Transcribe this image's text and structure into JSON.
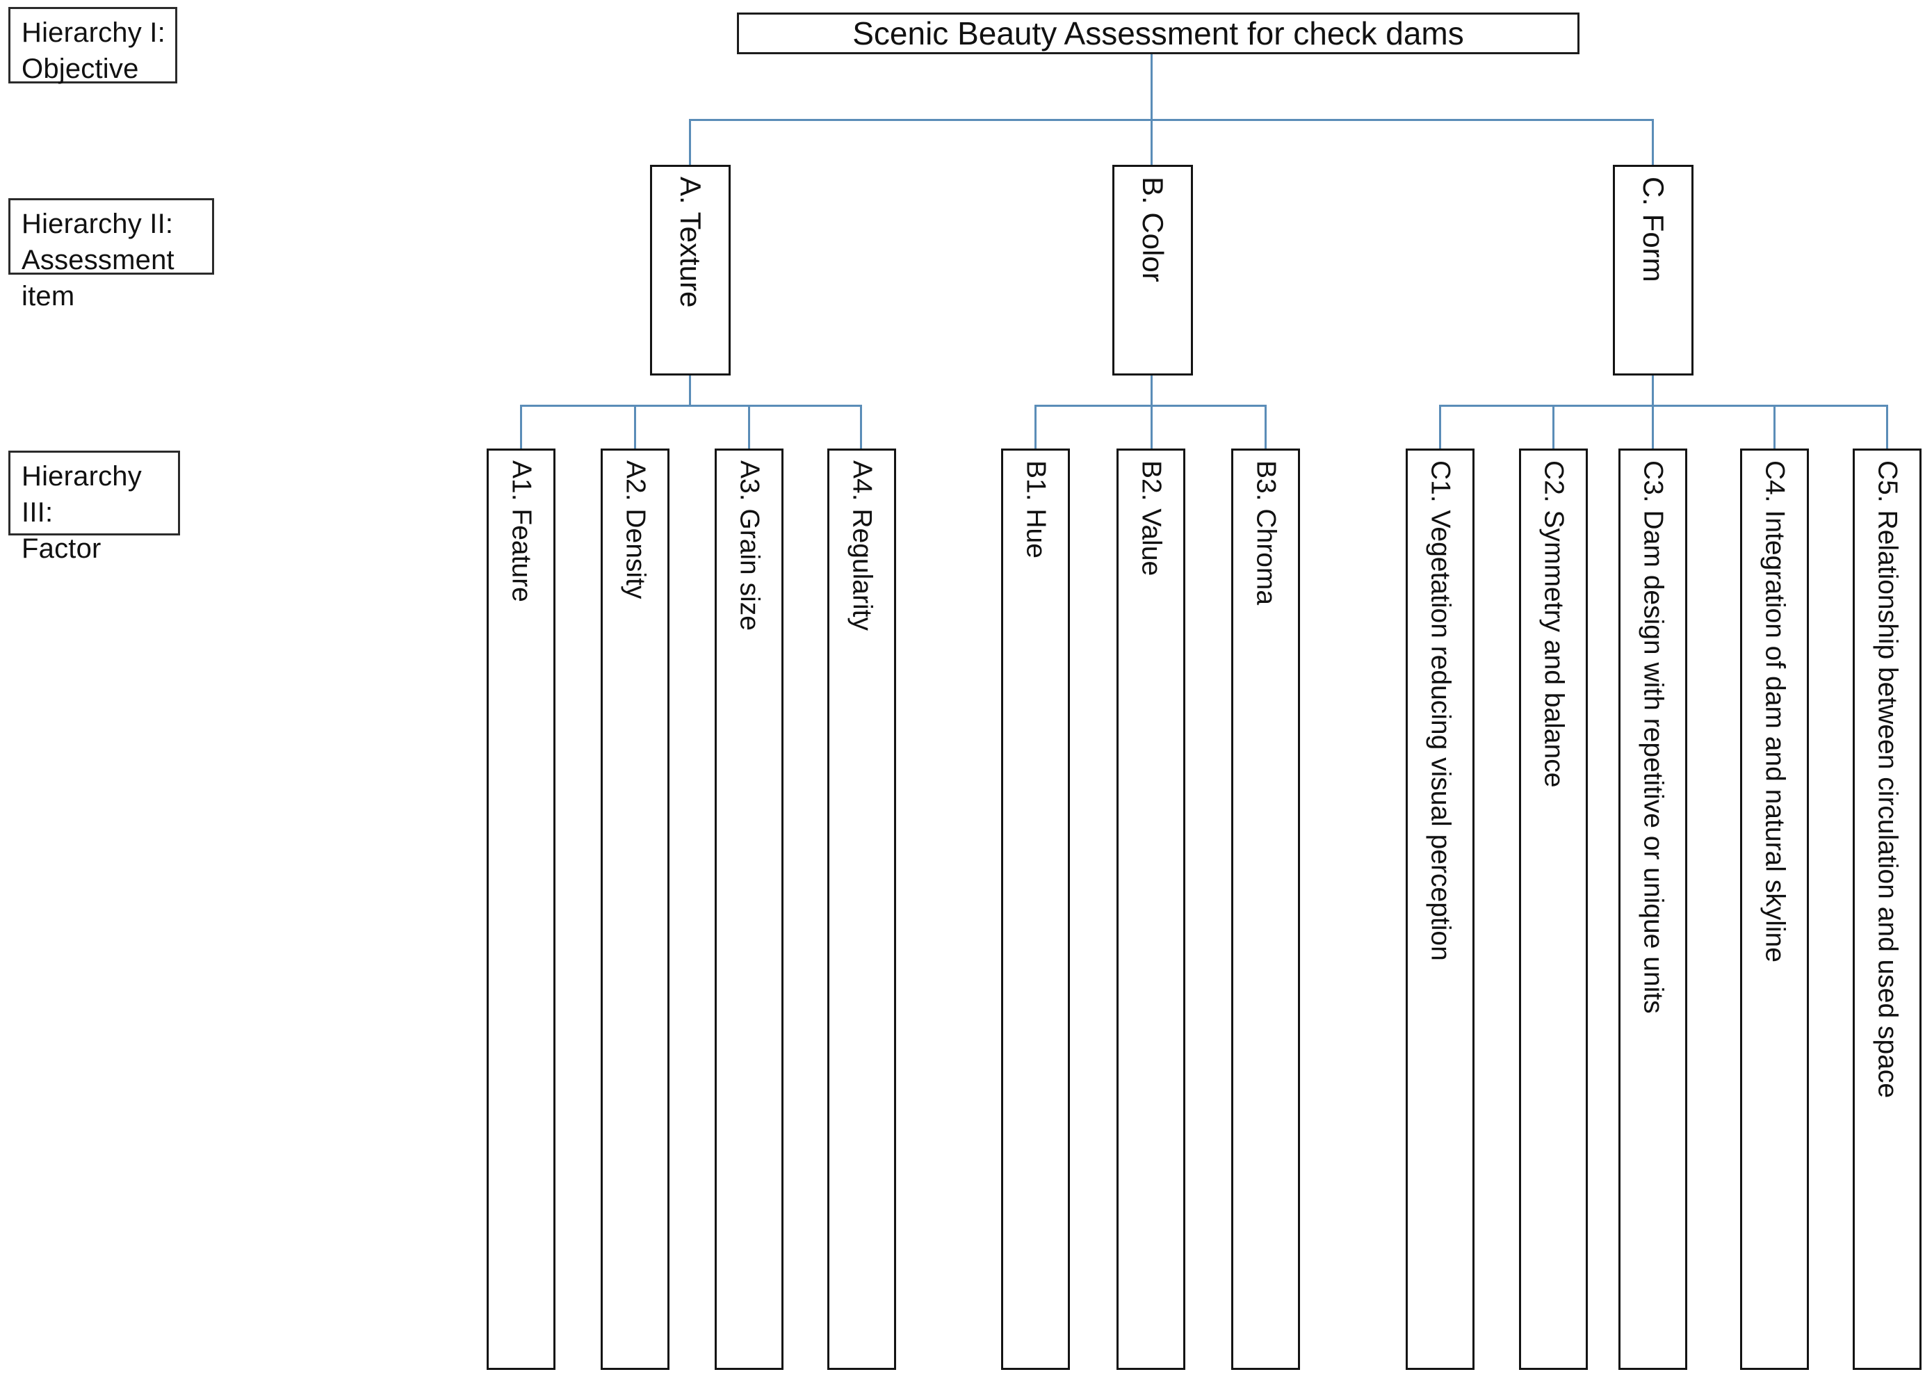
{
  "diagram": {
    "title": "Scenic Beauty Assessment for check dams",
    "connector_color": "#5b8db8",
    "box_border_color": "#141414"
  },
  "legend": [
    {
      "line1": "Hierarchy I:",
      "line2": "Objective"
    },
    {
      "line1": "Hierarchy II:",
      "line2": "Assessment item"
    },
    {
      "line1": "Hierarchy III:",
      "line2": "Factor"
    }
  ],
  "root": {
    "label": "Scenic Beauty Assessment for check dams"
  },
  "items": [
    {
      "label": "A. Texture"
    },
    {
      "label": "B. Color"
    },
    {
      "label": "C. Form"
    }
  ],
  "factors": {
    "a": [
      {
        "label": "A1. Feature"
      },
      {
        "label": "A2. Density"
      },
      {
        "label": "A3. Grain size"
      },
      {
        "label": "A4. Regularity"
      }
    ],
    "b": [
      {
        "label": "B1. Hue"
      },
      {
        "label": "B2. Value"
      },
      {
        "label": "B3. Chroma"
      }
    ],
    "c": [
      {
        "label": "C1. Vegetation reducing visual perception"
      },
      {
        "label": "C2. Symmetry and balance"
      },
      {
        "label": "C3. Dam design with repetitive or unique units"
      },
      {
        "label": "C4. Integration of dam and natural skyline"
      },
      {
        "label": "C5. Relationship between circulation and used space"
      }
    ]
  }
}
